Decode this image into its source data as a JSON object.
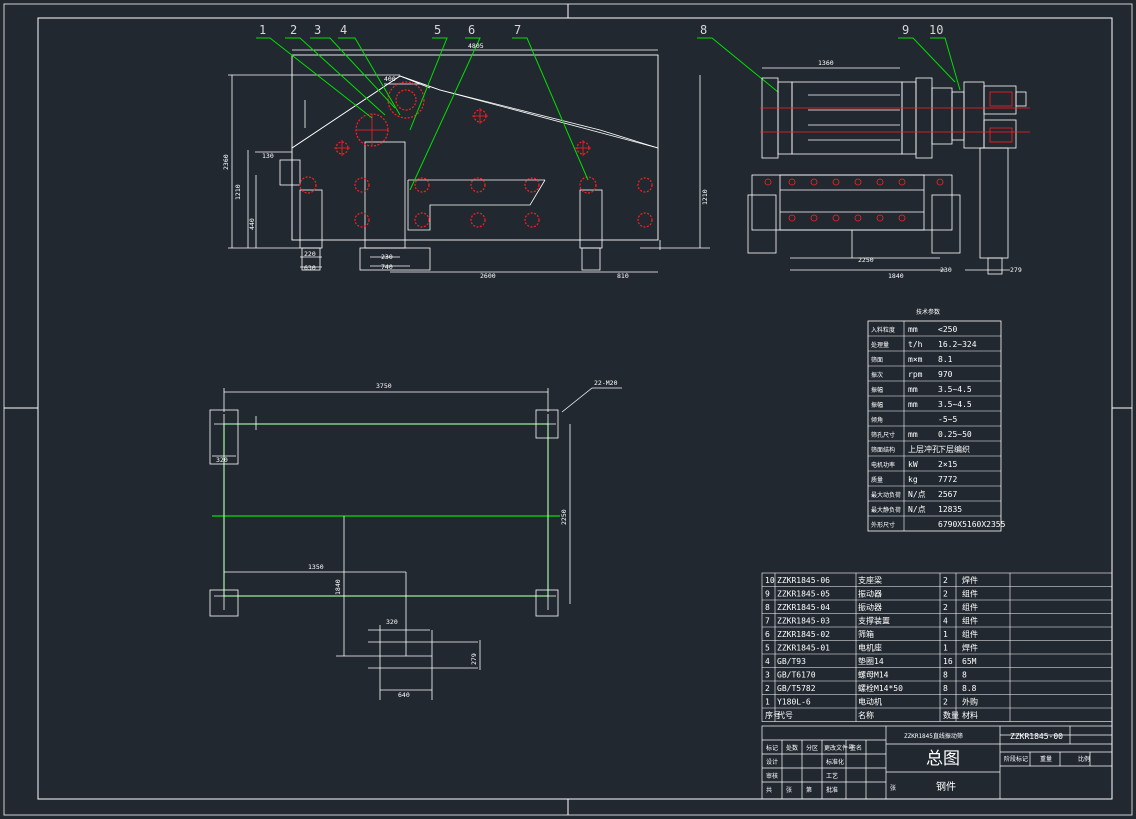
{
  "drawing": {
    "callouts": [
      "1",
      "2",
      "3",
      "4",
      "5",
      "6",
      "7",
      "8",
      "9",
      "10"
    ],
    "front_view_dims": [
      "4805",
      "400",
      "2600",
      "810",
      "2360",
      "1210",
      "1210",
      "130",
      "440",
      "220",
      "630",
      "230",
      "740"
    ],
    "side_view_dims": [
      "1360",
      "2250",
      "1840",
      "230",
      "279"
    ],
    "plan_view_dims": [
      "3750",
      "2250",
      "1350",
      "1840",
      "320",
      "279",
      "640",
      "320",
      "22-M20"
    ],
    "main_title": "ZZKR1845-00",
    "sheet_name": "总图",
    "sheet_sub": "钢件",
    "machine_name": "ZZKR1845直线振动筛"
  },
  "tech_params": {
    "title": "技术参数",
    "rows": [
      {
        "label": "入料粒度",
        "unit": "mm",
        "value": "<250"
      },
      {
        "label": "处理量",
        "unit": "t/h",
        "value": "16.2~324"
      },
      {
        "label": "筛面",
        "unit": "m×m",
        "value": "8.1"
      },
      {
        "label": "振次",
        "unit": "rpm",
        "value": "970"
      },
      {
        "label": "振幅",
        "unit": "mm",
        "value": "3.5~4.5"
      },
      {
        "label": "振幅",
        "unit": "mm",
        "value": "3.5~4.5"
      },
      {
        "label": "倾角",
        "unit": "",
        "value": "-5~5"
      },
      {
        "label": "筛孔尺寸",
        "unit": "mm",
        "value": "0.25~50"
      },
      {
        "label": "筛面结构",
        "unit": "上层冲孔",
        "value": "下层编织"
      },
      {
        "label": "电机功率",
        "unit": "kW",
        "value": "2×15"
      },
      {
        "label": "质量",
        "unit": "kg",
        "value": "7772"
      },
      {
        "label": "最大动负荷",
        "unit": "N/点",
        "value": "2567"
      },
      {
        "label": "最大静负荷",
        "unit": "N/点",
        "value": "12835"
      },
      {
        "label": "外形尺寸",
        "unit": "",
        "value": "6790X5160X2355"
      }
    ]
  },
  "bom": {
    "rows": [
      {
        "no": "10",
        "code": "ZZKR1845-06",
        "name": "支座梁",
        "qty": "2",
        "mat": "焊件"
      },
      {
        "no": "9",
        "code": "ZZKR1845-05",
        "name": "振动器",
        "qty": "2",
        "mat": "组件"
      },
      {
        "no": "8",
        "code": "ZZKR1845-04",
        "name": "振动器",
        "qty": "2",
        "mat": "组件"
      },
      {
        "no": "7",
        "code": "ZZKR1845-03",
        "name": "支撑装置",
        "qty": "4",
        "mat": "组件"
      },
      {
        "no": "6",
        "code": "ZZKR1845-02",
        "name": "筛箱",
        "qty": "1",
        "mat": "组件"
      },
      {
        "no": "5",
        "code": "ZZKR1845-01",
        "name": "电机座",
        "qty": "1",
        "mat": "焊件"
      },
      {
        "no": "4",
        "code": "GB/T93",
        "name": "垫圈14",
        "qty": "16",
        "mat": "65M"
      },
      {
        "no": "3",
        "code": "GB/T6170",
        "name": "螺母M14",
        "qty": "8",
        "mat": "8"
      },
      {
        "no": "2",
        "code": "GB/T5782",
        "name": "螺栓M14*50",
        "qty": "8",
        "mat": "8.8"
      },
      {
        "no": "1",
        "code": "Y180L-6",
        "name": "电动机",
        "qty": "2",
        "mat": "外购"
      }
    ],
    "header": {
      "no": "序号",
      "code": "代号",
      "name": "名称",
      "qty": "数量",
      "mat": "材料"
    }
  },
  "title_block": {
    "labels": [
      "标记",
      "处数",
      "分区",
      "更改文件号",
      "签名",
      "设计",
      "标准化",
      "阶段标记",
      "重量",
      "比例",
      "审核",
      "工艺",
      "批准"
    ],
    "cells": [
      "共",
      "张",
      "第",
      "张"
    ]
  },
  "colors": {
    "background": "#212830",
    "lines": "#ffffff",
    "green": "#00e000",
    "red": "#ff2020",
    "callout": "#d8d8d8"
  }
}
